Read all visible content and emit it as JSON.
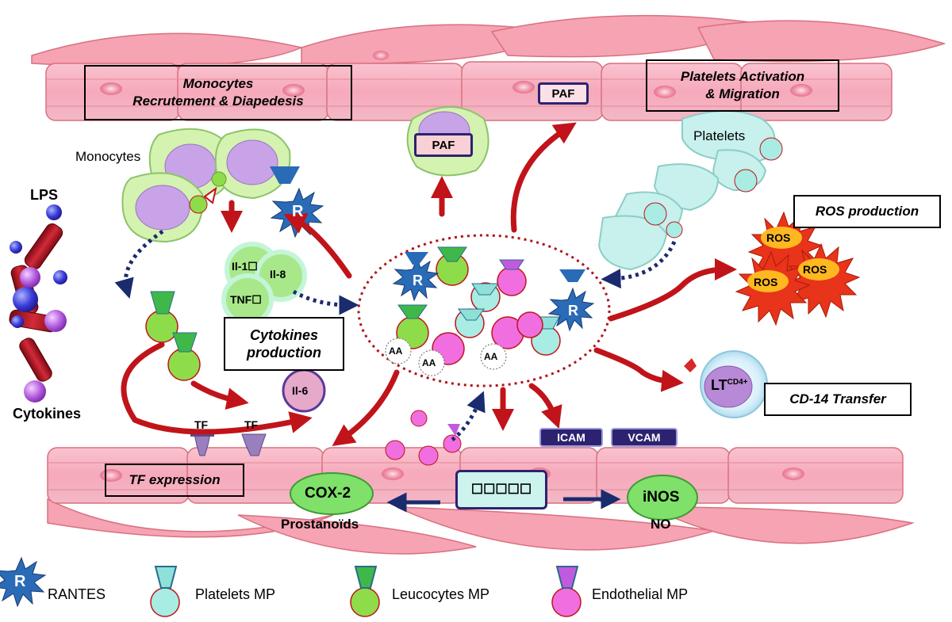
{
  "boxes": {
    "monocytes_recruitment": [
      "Monocytes",
      "Recrutement & Diapedesis"
    ],
    "platelets_activation": [
      "Platelets Activation",
      "& Migration"
    ],
    "ros_production": "ROS production",
    "cytokines_production": [
      "Cytokines",
      "production"
    ],
    "cd14_transfer": "CD-14 Transfer",
    "tf_expression": "TF expression"
  },
  "labels": {
    "monocytes": "Monocytes",
    "platelets": "Platelets",
    "lps": "LPS",
    "cytokines": "Cytokines",
    "il1": "Il-1☐",
    "il8": "Il-8",
    "tnf": "TNF☐",
    "il6": "Il-6",
    "tf1": "TF",
    "tf2": "TF",
    "paf_cell": "PAF",
    "paf_top": "PAF",
    "aa1": "AA",
    "aa2": "AA",
    "aa3": "AA",
    "ros1": "ROS",
    "ros2": "ROS",
    "ros3": "ROS",
    "lt": "LT",
    "lt_sup": "CD4+",
    "icam": "ICAM",
    "vcam": "VCAM",
    "cox2": "COX-2",
    "prostanoids": "Prostanoïds",
    "inos": "iNOS",
    "no": "NO",
    "center_box": "☐☐☐☐☐",
    "r_marker": "R"
  },
  "legend": {
    "rantes": "RANTES",
    "platelets_mp": "Platelets MP",
    "leucocytes_mp": "Leucocytes MP",
    "endothelial_mp": "Endothelial MP"
  },
  "colors": {
    "endothelium": "#f7b7c4",
    "endothelium_edge": "#d9707f",
    "nucleus": "#f28ea5",
    "monocyte": "#d4f2b0",
    "platelet": "#c8f0ec",
    "leuco_mp": "#8fdc4a",
    "endo_mp": "#f06ee0",
    "plate_mp": "#a8ece4",
    "arrow_red": "#c0141a",
    "arrow_navy": "#1a2b6e",
    "rantes": "#2a6bb8",
    "ros": "#e8341a",
    "pill_navy": "#2c2270",
    "oval_green": "#7fe06a"
  }
}
